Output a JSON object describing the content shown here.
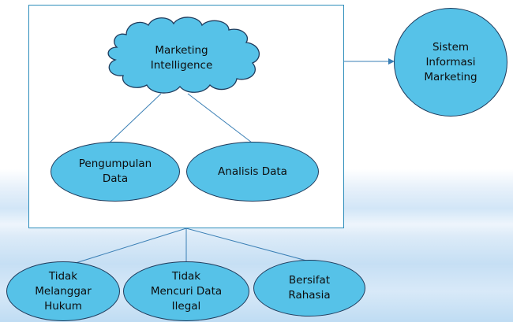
{
  "nodes": {
    "marketing_intelligence": [
      "Marketing",
      "Intelligence"
    ],
    "pengumpulan_data": [
      "Pengumpulan",
      "Data"
    ],
    "analisis_data": [
      "Analisis Data"
    ],
    "sistem_informasi_marketing": [
      "Sistem",
      "Informasi",
      "Marketing"
    ],
    "tidak_melanggar_hukum": [
      "Tidak",
      "Melanggar",
      "Hukum"
    ],
    "tidak_mencuri_data_ilegal": [
      "Tidak",
      "Mencuri Data",
      "Ilegal"
    ],
    "bersifat_rahasia": [
      "Bersifat",
      "Rahasia"
    ]
  },
  "colors": {
    "node_fill": "#56c2e8",
    "node_stroke": "#1f3b5c",
    "frame_border": "#2d8dbb",
    "connector": "#3a7fb5"
  }
}
